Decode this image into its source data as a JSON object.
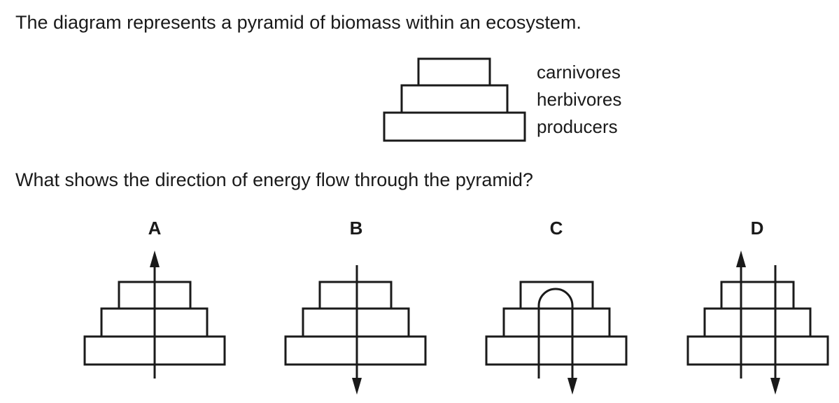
{
  "question": {
    "stem": "The diagram represents a pyramid of biomass within an ecosystem.",
    "prompt": "What shows the direction of energy flow through the pyramid?"
  },
  "pyramid": {
    "levels": [
      "carnivores",
      "herbivores",
      "producers"
    ]
  },
  "options": [
    {
      "letter": "A",
      "arrows": "up"
    },
    {
      "letter": "B",
      "arrows": "down"
    },
    {
      "letter": "C",
      "arrows": "up-then-down loop"
    },
    {
      "letter": "D",
      "arrows": "up and down"
    }
  ]
}
